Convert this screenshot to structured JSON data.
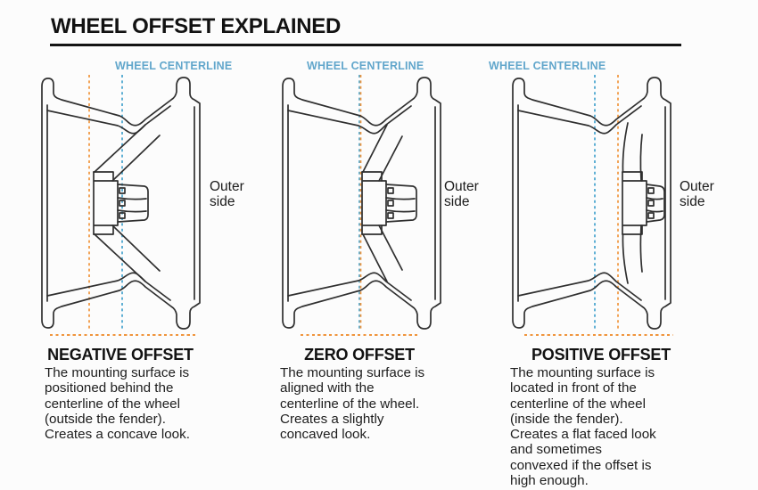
{
  "title": "WHEEL OFFSET EXPLAINED",
  "colors": {
    "label_blue": "#61a6cb",
    "centerline_blue": "#45a3ce",
    "mounting_orange": "#f0953c",
    "line_black": "#2f2f2f"
  },
  "panels": [
    {
      "centerline_label": "WHEEL CENTERLINE",
      "outer_side": "Outer\nside",
      "heading": "NEGATIVE OFFSET",
      "description": "The mounting surface is\npositioned behind the\ncenterline of the wheel\n(outside the fender).\nCreates a concave look."
    },
    {
      "centerline_label": "WHEEL CENTERLINE",
      "outer_side": "Outer\nside",
      "heading": "ZERO OFFSET",
      "description": "The mounting surface is\naligned with the\ncenterline of the wheel.\nCreates a slightly\nconcaved look."
    },
    {
      "centerline_label": "WHEEL CENTERLINE",
      "outer_side": "Outer\nside",
      "heading": "POSITIVE OFFSET",
      "description": "The mounting surface is\nlocated in front of the\ncenterline of the wheel\n(inside the fender).\nCreates a flat faced look\nand sometimes\nconvexed if the offset is\nhigh enough."
    }
  ]
}
